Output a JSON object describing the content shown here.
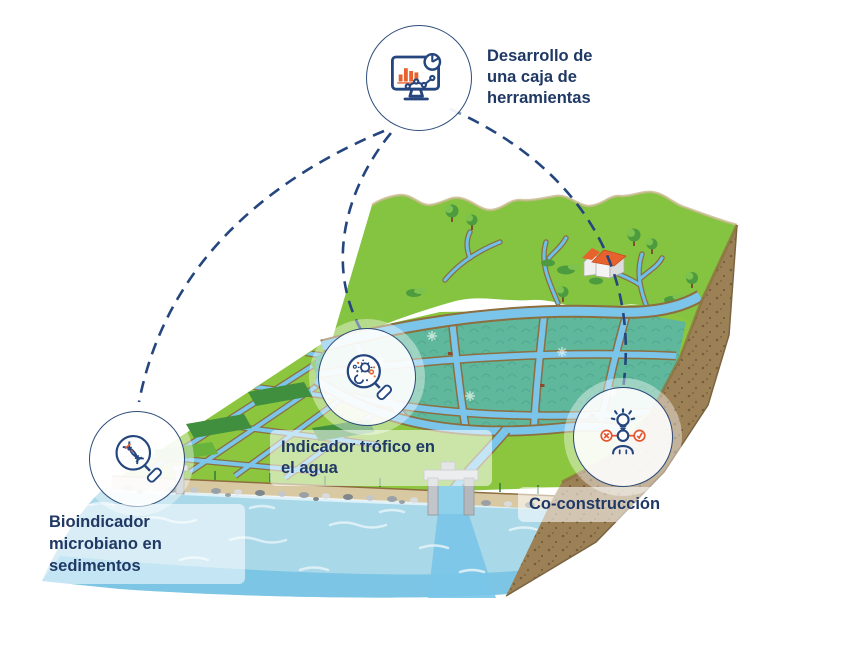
{
  "diagram": {
    "background": "#ffffff",
    "text_color": "#1F3864",
    "connector_color": "#24457E",
    "connector_style": "dashed",
    "palette": {
      "accent_orange": "#E8622D",
      "status_red_orange": "#E8542E",
      "navy_icon_stroke": "#24457E",
      "upland_green": "#85C440",
      "field_dark_green": "#3F8F3F",
      "marsh_teal": "#5FB89B",
      "channel_blue": "#7AC5E9",
      "sea_blue": "#A9D8E8",
      "cliff_brown": "#9C8157",
      "dike_sand": "#D9C9A3"
    },
    "nodes": {
      "toolbox": {
        "icon": "monitor-charts",
        "label_lines": [
          "Desarrollo de",
          "una caja de",
          "herramientas"
        ]
      },
      "sediment": {
        "icon": "magnifier-dna",
        "label_lines": [
          "Bioindicador",
          "microbiano en",
          "sedimentos"
        ]
      },
      "water": {
        "icon": "magnifier-microbes",
        "label_lines": [
          "Indicador trófico en",
          "el agua"
        ]
      },
      "cocreation": {
        "icon": "person-lightbulb-check",
        "label_lines": [
          "Co-construcción"
        ]
      }
    }
  }
}
